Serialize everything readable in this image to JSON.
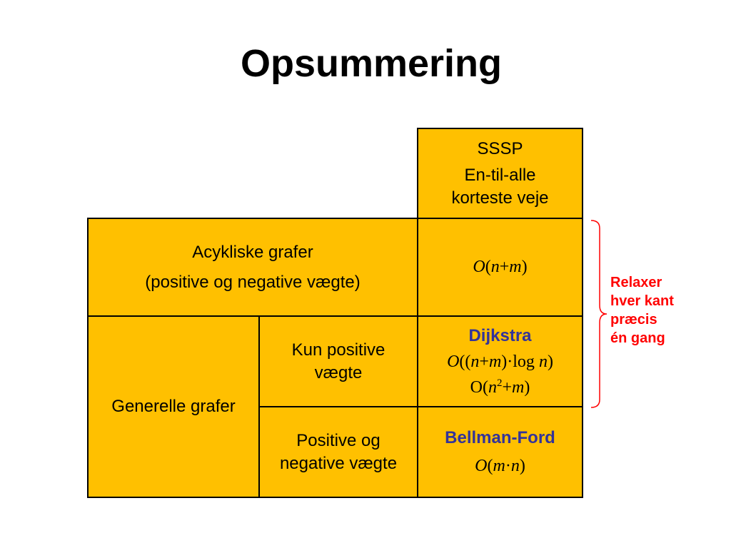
{
  "title": "Opsummering",
  "table": {
    "header": {
      "line1": "SSSP",
      "line2": "En-til-alle korteste veje"
    },
    "acyclic": {
      "label_line1": "Acykliske grafer",
      "label_line2": "(positive og negative vægte)",
      "complexity": {
        "o": "O",
        "open": "(",
        "n": "n",
        "plus": "+",
        "m": "m",
        "close": ")"
      }
    },
    "general": {
      "label": "Generelle grafer",
      "positive": {
        "label": "Kun positive vægte",
        "algorithm": "Dijkstra",
        "complexity1": {
          "o": "O",
          "open": "((",
          "n": "n",
          "plus": "+",
          "m": "m",
          "mid": ")·log ",
          "n2": "n",
          "close": ")"
        },
        "complexity2": {
          "o": "O(",
          "n": "n",
          "exp": "2",
          "plus": "+",
          "m": "m",
          "close": ")"
        }
      },
      "mixed": {
        "label": "Positive og negative vægte",
        "algorithm": "Bellman-Ford",
        "complexity": {
          "o": "O",
          "open": "(",
          "m": "m",
          "dot": "·",
          "n": "n",
          "close": ")"
        }
      }
    }
  },
  "note": {
    "lines": [
      "Relaxer",
      "hver kant",
      "præcis",
      "én gang"
    ]
  },
  "colors": {
    "cell": "#ffc000",
    "algorithm": "#33339a",
    "note": "#ff0000"
  }
}
